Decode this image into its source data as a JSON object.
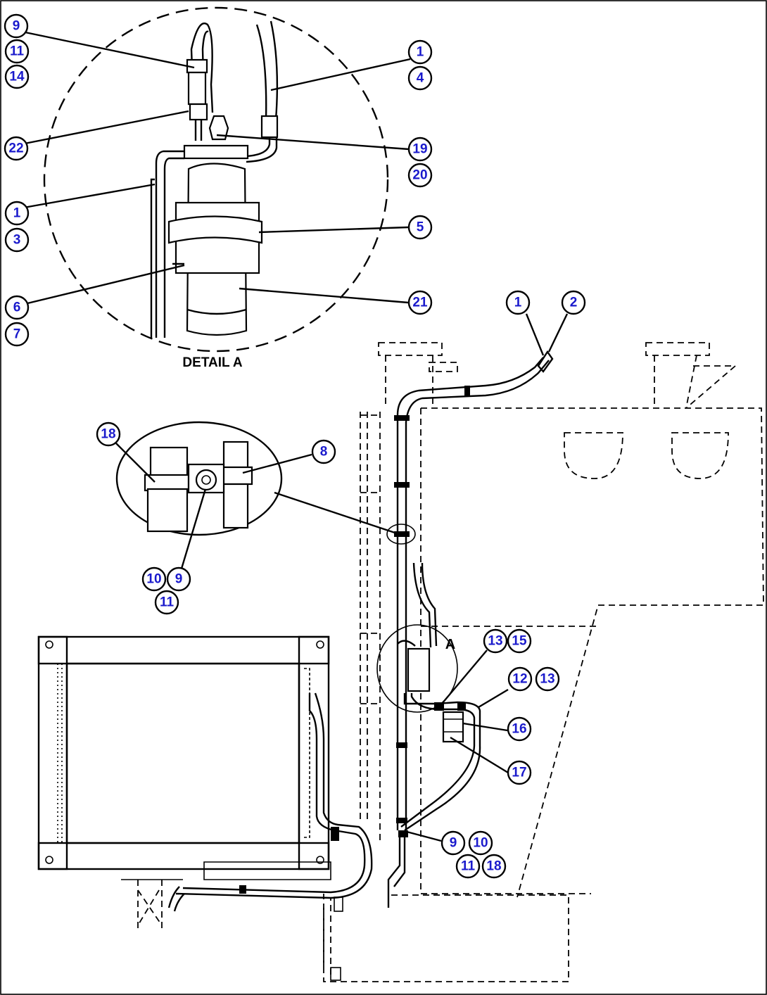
{
  "labels": {
    "detail_a_caption": "DETAIL A",
    "detail_a_marker": "A"
  },
  "callouts": [
    {
      "id": "c-9-top",
      "text": "9"
    },
    {
      "id": "c-11-top",
      "text": "11"
    },
    {
      "id": "c-14",
      "text": "14"
    },
    {
      "id": "c-22",
      "text": "22"
    },
    {
      "id": "c-1-a",
      "text": "1"
    },
    {
      "id": "c-3",
      "text": "3"
    },
    {
      "id": "c-6",
      "text": "6"
    },
    {
      "id": "c-7",
      "text": "7"
    },
    {
      "id": "c-1-b",
      "text": "1"
    },
    {
      "id": "c-4",
      "text": "4"
    },
    {
      "id": "c-19",
      "text": "19"
    },
    {
      "id": "c-20",
      "text": "20"
    },
    {
      "id": "c-5",
      "text": "5"
    },
    {
      "id": "c-21",
      "text": "21"
    },
    {
      "id": "c-1-c",
      "text": "1"
    },
    {
      "id": "c-2",
      "text": "2"
    },
    {
      "id": "c-18-a",
      "text": "18"
    },
    {
      "id": "c-8",
      "text": "8"
    },
    {
      "id": "c-10-a",
      "text": "10"
    },
    {
      "id": "c-9-a",
      "text": "9"
    },
    {
      "id": "c-11-a",
      "text": "11"
    },
    {
      "id": "c-13-a",
      "text": "13"
    },
    {
      "id": "c-15",
      "text": "15"
    },
    {
      "id": "c-12",
      "text": "12"
    },
    {
      "id": "c-13-b",
      "text": "13"
    },
    {
      "id": "c-16",
      "text": "16"
    },
    {
      "id": "c-17",
      "text": "17"
    },
    {
      "id": "c-9-b",
      "text": "9"
    },
    {
      "id": "c-10-b",
      "text": "10"
    },
    {
      "id": "c-11-b",
      "text": "11"
    },
    {
      "id": "c-18-b",
      "text": "18"
    }
  ]
}
